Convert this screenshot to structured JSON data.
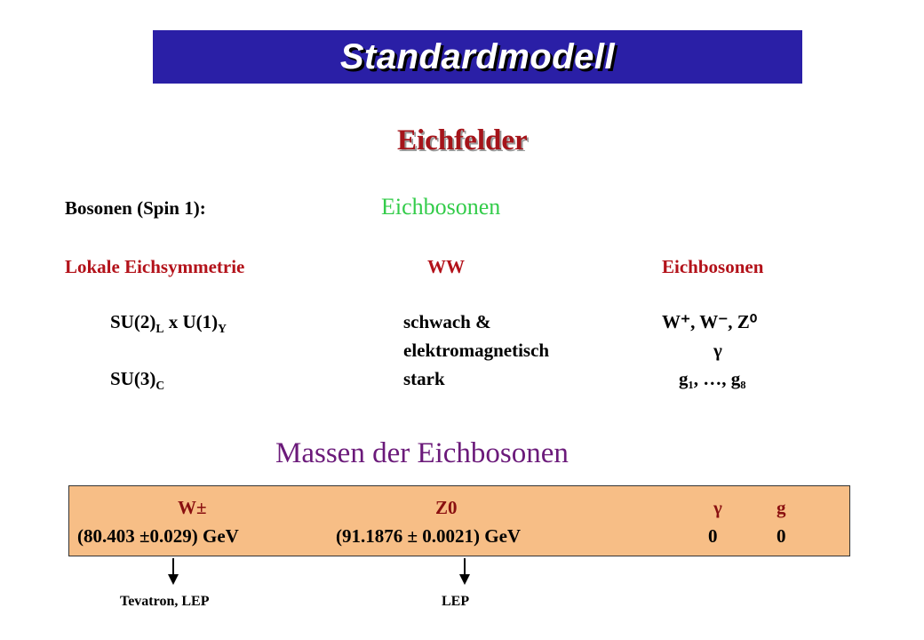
{
  "title": "Standardmodell",
  "heading": "Eichfelder",
  "bosonen": {
    "label": "Bosonen (Spin 1):",
    "value": "Eichbosonen"
  },
  "table": {
    "headers": [
      "Lokale Eichsymmetrie",
      "WW",
      "Eichbosonen"
    ],
    "rows": [
      {
        "sym_base": "SU(2)",
        "sym_sub1": "L",
        "sym_mid": " x U(1)",
        "sym_sub2": "Y",
        "ww": "schwach &",
        "bosons": "W⁺, W⁻, Z⁰"
      },
      {
        "ww": "elektromagnetisch",
        "bosons": "γ"
      },
      {
        "sym_base": "SU(3)",
        "sym_sub1": "C",
        "ww": "stark",
        "bosons": "g₁, …, g₈"
      }
    ]
  },
  "masses": {
    "heading": "Massen der Eichbosonen",
    "particles": [
      "W±",
      "Z0",
      "γ",
      "g"
    ],
    "values": [
      "(80.403 ±0.029) GeV",
      "(91.1876 ± 0.0021) GeV",
      "0",
      "0"
    ],
    "sources": [
      "Tevatron, LEP",
      "LEP"
    ]
  },
  "colors": {
    "banner": "#2a1fa6",
    "heading": "#a5141a",
    "green": "#33cc4a",
    "red": "#b3121a",
    "purple": "#6b1a7a",
    "box": "#f7be86"
  }
}
